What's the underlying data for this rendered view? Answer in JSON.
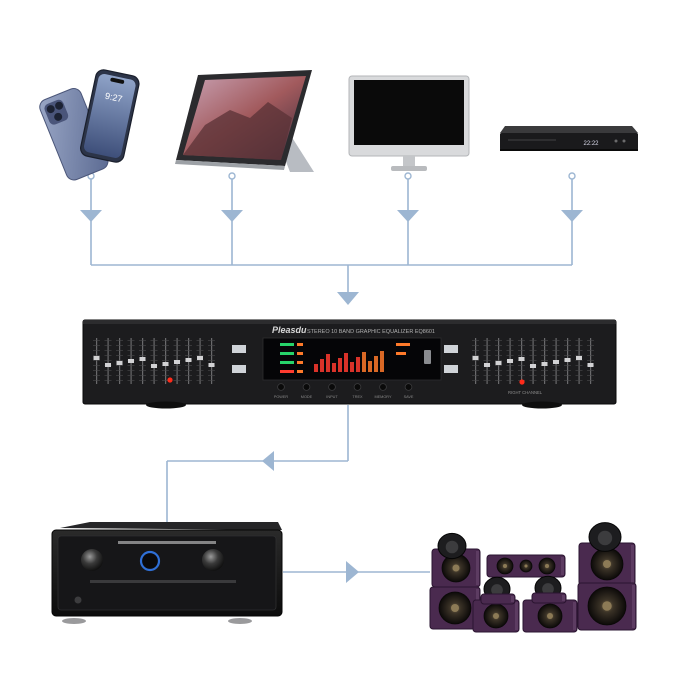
{
  "equalizer": {
    "brand": "Pleasdu",
    "model_line": "STEREO 10 BAND GRAPHIC EQUALIZER EQ8601",
    "button_labels": [
      "POWER",
      "MODE",
      "INPUT",
      "TREX",
      "MEMORY",
      "SAVE"
    ],
    "right_channel_label": "RIGHT CHANNEL"
  },
  "player": {
    "display_text": "22:22"
  },
  "phone": {
    "time": "9:27"
  },
  "colors": {
    "connector": "#9db6d2",
    "eq_body": "#1c1c1e",
    "speaker_purple": "#4a2a4f",
    "amp_body": "#141414"
  }
}
